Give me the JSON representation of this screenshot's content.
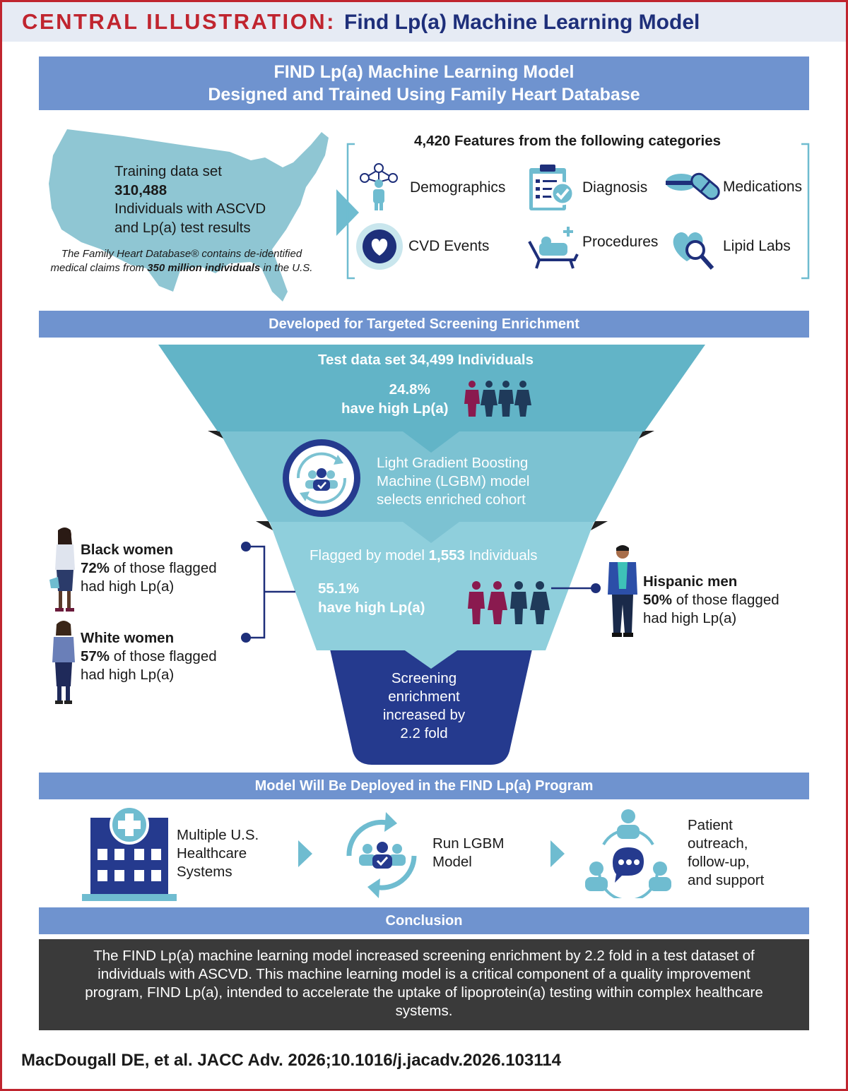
{
  "header": {
    "lead": "CENTRAL ILLUSTRATION:",
    "title": "Find Lp(a) Machine Learning Model"
  },
  "section1": {
    "line1": "FIND Lp(a) Machine Learning Model",
    "line2": "Designed and Trained Using Family Heart Database"
  },
  "training": {
    "line1": "Training data set",
    "count": "310,488",
    "line3": "Individuals with ASCVD",
    "line4": "and Lp(a) test results",
    "note_pre": "The Family Heart Database® contains de-identified",
    "note_mid": "medical claims from ",
    "note_bold": "350 million individuals",
    "note_post": " in the U.S."
  },
  "features": {
    "title": "4,420 Features from the following categories",
    "categories": [
      "Demographics",
      "Diagnosis",
      "Medications",
      "CVD Events",
      "Procedures",
      "Lipid Labs"
    ]
  },
  "section2": {
    "label": "Developed for Targeted Screening Enrichment"
  },
  "funnel": {
    "test_pre": "Test data set ",
    "test_count": "34,499",
    "test_post": " Individuals",
    "test_pct": "24.8%",
    "test_pct_label": "have high Lp(a)",
    "model_line1": "Light Gradient Boosting",
    "model_line2": "Machine (LGBM) model",
    "model_line3": "selects enriched cohort",
    "flag_pre": "Flagged by model ",
    "flag_count": "1,553",
    "flag_post": " Individuals",
    "flag_pct": "55.1%",
    "flag_pct_label": "have high Lp(a)",
    "bottom_line1": "Screening",
    "bottom_line2": "enrichment",
    "bottom_line3": "increased by",
    "bottom_line4": "2.2 fold"
  },
  "demographics": {
    "black_women": {
      "label": "Black women",
      "pct": "72%",
      "line2": " of those flagged",
      "line3": "had high Lp(a)"
    },
    "white_women": {
      "label": "White women",
      "pct": "57%",
      "line2": " of those flagged",
      "line3": "had high Lp(a)"
    },
    "hispanic_men": {
      "label": "Hispanic men",
      "pct": "50%",
      "line2": " of those flagged",
      "line3": "had high Lp(a)"
    }
  },
  "section3": {
    "label": "Model Will Be Deployed in the FIND Lp(a) Program"
  },
  "deploy": {
    "step1": [
      "Multiple U.S.",
      "Healthcare",
      "Systems"
    ],
    "step2": [
      "Run LGBM",
      "Model"
    ],
    "step3": [
      "Patient",
      "outreach,",
      "follow-up,",
      "and support"
    ]
  },
  "section4": {
    "label": "Conclusion"
  },
  "conclusion": {
    "text": "The FIND Lp(a) machine learning model increased screening enrichment by 2.2 fold in a test dataset of individuals with ASCVD. This machine learning model is a critical component of a quality improvement program, FIND Lp(a), intended to accelerate the uptake of lipoprotein(a) testing within complex healthcare systems."
  },
  "citation": "MacDougall DE, et al. JACC Adv. 2026;10.1016/j.jacadv.2026.103114",
  "colors": {
    "accent_red": "#c0252f",
    "band_blue": "#6f93cf",
    "navy": "#1e2f7a",
    "teal": "#8fc6d3",
    "funnel_top": "#62b4c7",
    "funnel_mid": "#7cc2d2",
    "funnel_low": "#8fcfdc",
    "funnel_bottom": "#253a8e",
    "female_icon": "#8a1a4f",
    "male_icon": "#1f3a5a"
  }
}
